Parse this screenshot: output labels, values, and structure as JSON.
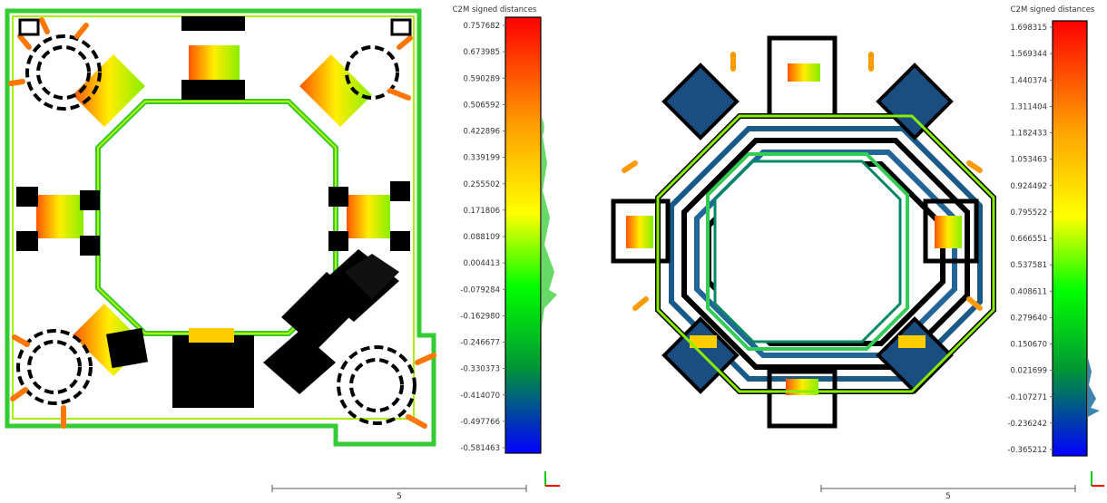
{
  "left_view": {
    "colorbar": {
      "title": "C2M signed distances",
      "ticks": [
        "0.757682",
        "0.673985",
        "0.590289",
        "0.506592",
        "0.422896",
        "0.339199",
        "0.255502",
        "0.171806",
        "0.088109",
        "0.004413",
        "-0.079284",
        "-0.162980",
        "-0.246677",
        "-0.330373",
        "-0.414070",
        "-0.497766",
        "-0.581463"
      ]
    },
    "scale_label": "5"
  },
  "right_view": {
    "colorbar": {
      "title": "C2M signed distances",
      "ticks": [
        "1.698315",
        "1.569344",
        "1.440374",
        "1.311404",
        "1.182433",
        "1.053463",
        "0.924492",
        "0.795522",
        "0.666551",
        "0.537581",
        "0.408611",
        "0.279640",
        "0.150670",
        "0.021699",
        "-0.107271",
        "-0.236242",
        "-0.365212"
      ]
    },
    "scale_label": "5"
  },
  "colors": {
    "ramp": [
      "#ff0000",
      "#ff8c00",
      "#ffff00",
      "#00ff00",
      "#008000",
      "#0000ff"
    ],
    "structure_black": "#000000",
    "axis_red": "#ff0000",
    "axis_green": "#00cc00"
  }
}
